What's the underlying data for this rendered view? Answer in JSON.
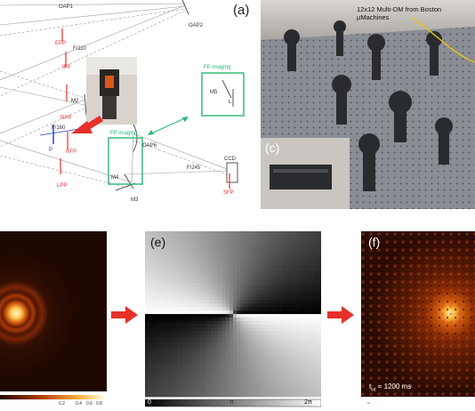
{
  "panel_a": {
    "tag": "(a)",
    "labels": {
      "oap1": "OAP1",
      "oap2": "OAP2",
      "epp": "EPP",
      "f110": "F/110",
      "ifp": "IFP",
      "m2": "M2",
      "rpp": "RPP",
      "f160": "F/160",
      "p": "P",
      "rfp": "RFP",
      "lpp": "LPP",
      "fp_imaging_top": "FP imaging",
      "m5": "M5",
      "l": "L",
      "fp_imaging_mid": "FP imaging",
      "oap6": "OAP6",
      "m4": "M4",
      "m3": "M3",
      "f245": "F/245",
      "ccd": "CCD",
      "sfp": "SFP"
    },
    "colors": {
      "red": "#e8302a",
      "green": "#2bb673",
      "blue": "#1f3fbf",
      "line": "#8a8a8a"
    }
  },
  "panel_b": {
    "caption": "12x12 Multi-DM from Boston µMachines",
    "tag_c": "(c)"
  },
  "panel_d": {
    "ticks": [
      "0.2",
      "0.4",
      "0.6",
      "0.8"
    ]
  },
  "panel_e": {
    "tag": "(e)",
    "colorbar": {
      "left": "0",
      "mid": "π",
      "right": "2π"
    }
  },
  "panel_f": {
    "tag": "(f)",
    "exposure_prefix": "t",
    "exposure_sub": "int",
    "exposure_value": "= 1200 ms"
  },
  "arrows": {
    "color": "#e8302a"
  }
}
